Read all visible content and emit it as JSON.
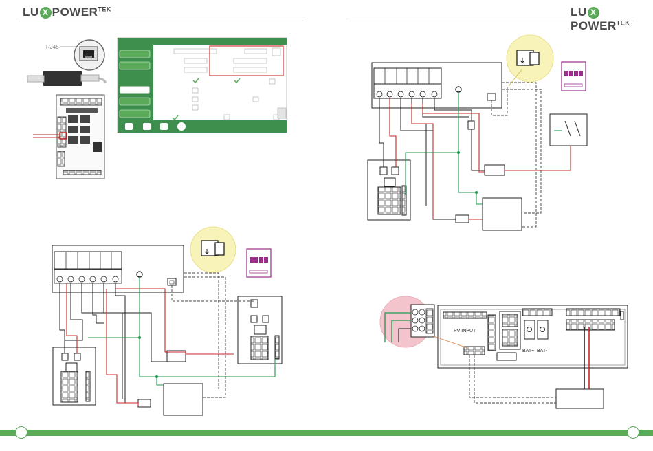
{
  "brand": {
    "left": {
      "pre": "LU",
      "x": "X",
      "post": "POWER",
      "sup": "TEK"
    },
    "right": {
      "pre": "LU",
      "x": "X",
      "post": "POWER",
      "sup": "TEK"
    }
  },
  "labels": {
    "rj45": "RJ45",
    "pv_input": "PV INPUT",
    "bat_plus": "BAT+",
    "bat_minus": "BAT-"
  },
  "colors": {
    "brand_green": "#5aaa5a",
    "wire_red": "#c82828",
    "wire_green": "#1e9a50",
    "wire_black": "#222222",
    "highlight_yellow": "#f8f3b8",
    "highlight_pink": "#f4c4cc",
    "meter_purple": "#9b2d8a",
    "app_green": "#3e8f4e"
  }
}
